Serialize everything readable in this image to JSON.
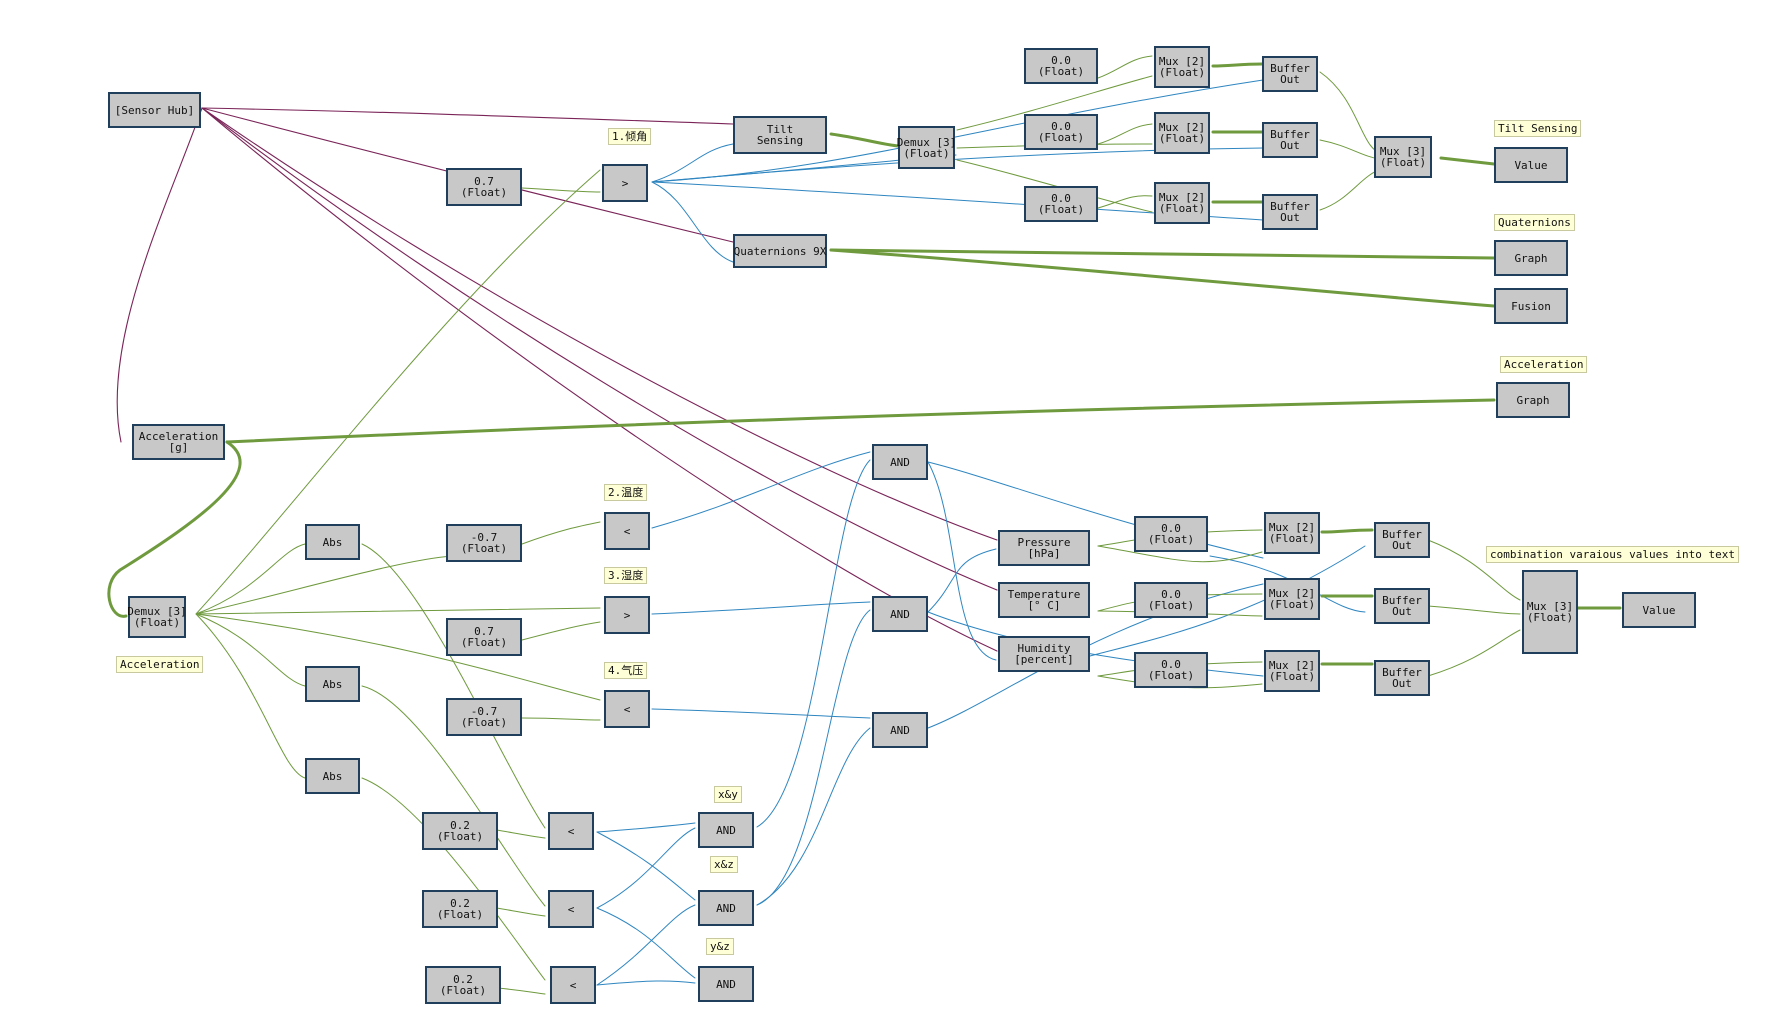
{
  "nodes": {
    "sensor_hub": [
      "[Sensor Hub]"
    ],
    "tilt_sensing": [
      "Tilt",
      "Sensing"
    ],
    "quaternions_9x": [
      "Quaternions 9X"
    ],
    "const_07_top": [
      "0.7",
      "(Float)"
    ],
    "gt_top": [
      ">"
    ],
    "demux3_top": [
      "Demux [3]",
      "(Float)"
    ],
    "const_00_a": [
      "0.0",
      "(Float)"
    ],
    "const_00_b": [
      "0.0",
      "(Float)"
    ],
    "const_00_c": [
      "0.0",
      "(Float)"
    ],
    "mux2_a": [
      "Mux [2]",
      "(Float)"
    ],
    "mux2_b": [
      "Mux [2]",
      "(Float)"
    ],
    "mux2_c": [
      "Mux [2]",
      "(Float)"
    ],
    "buffer_a": [
      "Buffer",
      "Out"
    ],
    "buffer_b": [
      "Buffer",
      "Out"
    ],
    "buffer_c": [
      "Buffer",
      "Out"
    ],
    "mux3_top": [
      "Mux [3]",
      "(Float)"
    ],
    "value_top": [
      "Value"
    ],
    "graph_quat": [
      "Graph"
    ],
    "fusion": [
      "Fusion"
    ],
    "graph_accel": [
      "Graph"
    ],
    "acceleration_g": [
      "Acceleration",
      "[g]"
    ],
    "demux3_bottom": [
      "Demux [3]",
      "(Float)"
    ],
    "abs_1": [
      "Abs"
    ],
    "abs_2": [
      "Abs"
    ],
    "abs_3": [
      "Abs"
    ],
    "const_n07_a": [
      "-0.7",
      "(Float)"
    ],
    "const_07_b": [
      "0.7",
      "(Float)"
    ],
    "const_n07_b": [
      "-0.7",
      "(Float)"
    ],
    "lt_temp": [
      "<"
    ],
    "gt_hum": [
      ">"
    ],
    "lt_press": [
      "<"
    ],
    "const_02_a": [
      "0.2",
      "(Float)"
    ],
    "const_02_b": [
      "0.2",
      "(Float)"
    ],
    "const_02_c": [
      "0.2",
      "(Float)"
    ],
    "lt_a": [
      "<"
    ],
    "lt_b": [
      "<"
    ],
    "lt_c": [
      "<"
    ],
    "and_xy": [
      "AND"
    ],
    "and_xz": [
      "AND"
    ],
    "and_yz": [
      "AND"
    ],
    "and_1": [
      "AND"
    ],
    "and_2": [
      "AND"
    ],
    "and_3": [
      "AND"
    ],
    "pressure": [
      "Pressure",
      "[hPa]"
    ],
    "temperature": [
      "Temperature",
      "[° C]"
    ],
    "humidity": [
      "Humidity",
      "[percent]"
    ],
    "const_00_d": [
      "0.0",
      "(Float)"
    ],
    "const_00_e": [
      "0.0",
      "(Float)"
    ],
    "const_00_f": [
      "0.0",
      "(Float)"
    ],
    "mux2_d": [
      "Mux [2]",
      "(Float)"
    ],
    "mux2_e": [
      "Mux [2]",
      "(Float)"
    ],
    "mux2_f": [
      "Mux [2]",
      "(Float)"
    ],
    "buffer_d": [
      "Buffer",
      "Out"
    ],
    "buffer_e": [
      "Buffer",
      "Out"
    ],
    "buffer_f": [
      "Buffer",
      "Out"
    ],
    "mux3_bottom": [
      "Mux [3]",
      "(Float)"
    ],
    "value_bottom": [
      "Value"
    ]
  },
  "notes": {
    "note_tilt_angle": "1.倾角",
    "note_temperature": "2.温度",
    "note_humidity": "3.湿度",
    "note_pressure": "4.气压",
    "note_tilt_sensing": "Tilt Sensing",
    "note_quaternions": "Quaternions",
    "note_acceleration_top": "Acceleration",
    "note_acceleration_left": "Acceleration",
    "note_xy": "x&y",
    "note_xz": "x&z",
    "note_yz": "y&z",
    "note_combination": "combination varaious values into text"
  },
  "colors": {
    "node_fill": "#c8c8c8",
    "node_border": "#1f3f5c",
    "wire_green": "#6f9a3e",
    "wire_blue": "#2f86c0",
    "wire_purple": "#7a2458",
    "note_fill": "#ffffd7"
  }
}
